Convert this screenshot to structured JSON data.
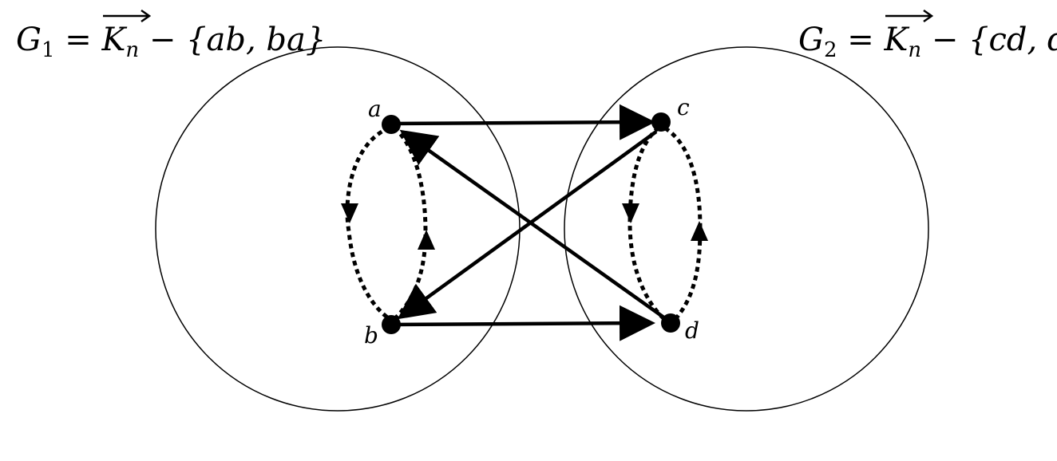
{
  "graphs": [
    {
      "name": "G",
      "index": "1",
      "equals": "=",
      "base": "K",
      "base_sub": "n",
      "minus": "−",
      "removed": "{ab, ba}"
    },
    {
      "name": "G",
      "index": "2",
      "equals": "=",
      "base": "K",
      "base_sub": "n",
      "minus": "−",
      "removed": "{cd, dc}"
    }
  ],
  "nodes": {
    "a": "a",
    "b": "b",
    "c": "c",
    "d": "d"
  },
  "edges": [
    {
      "from": "a",
      "to": "c",
      "style": "solid"
    },
    {
      "from": "b",
      "to": "d",
      "style": "solid"
    },
    {
      "from": "d",
      "to": "a",
      "style": "solid"
    },
    {
      "from": "c",
      "to": "b",
      "style": "solid"
    },
    {
      "from": "a",
      "to": "b",
      "style": "dotted"
    },
    {
      "from": "b",
      "to": "a",
      "style": "dotted"
    },
    {
      "from": "c",
      "to": "d",
      "style": "dotted"
    },
    {
      "from": "d",
      "to": "c",
      "style": "dotted"
    }
  ],
  "colors": {
    "stroke": "#000000",
    "background": "#ffffff"
  }
}
